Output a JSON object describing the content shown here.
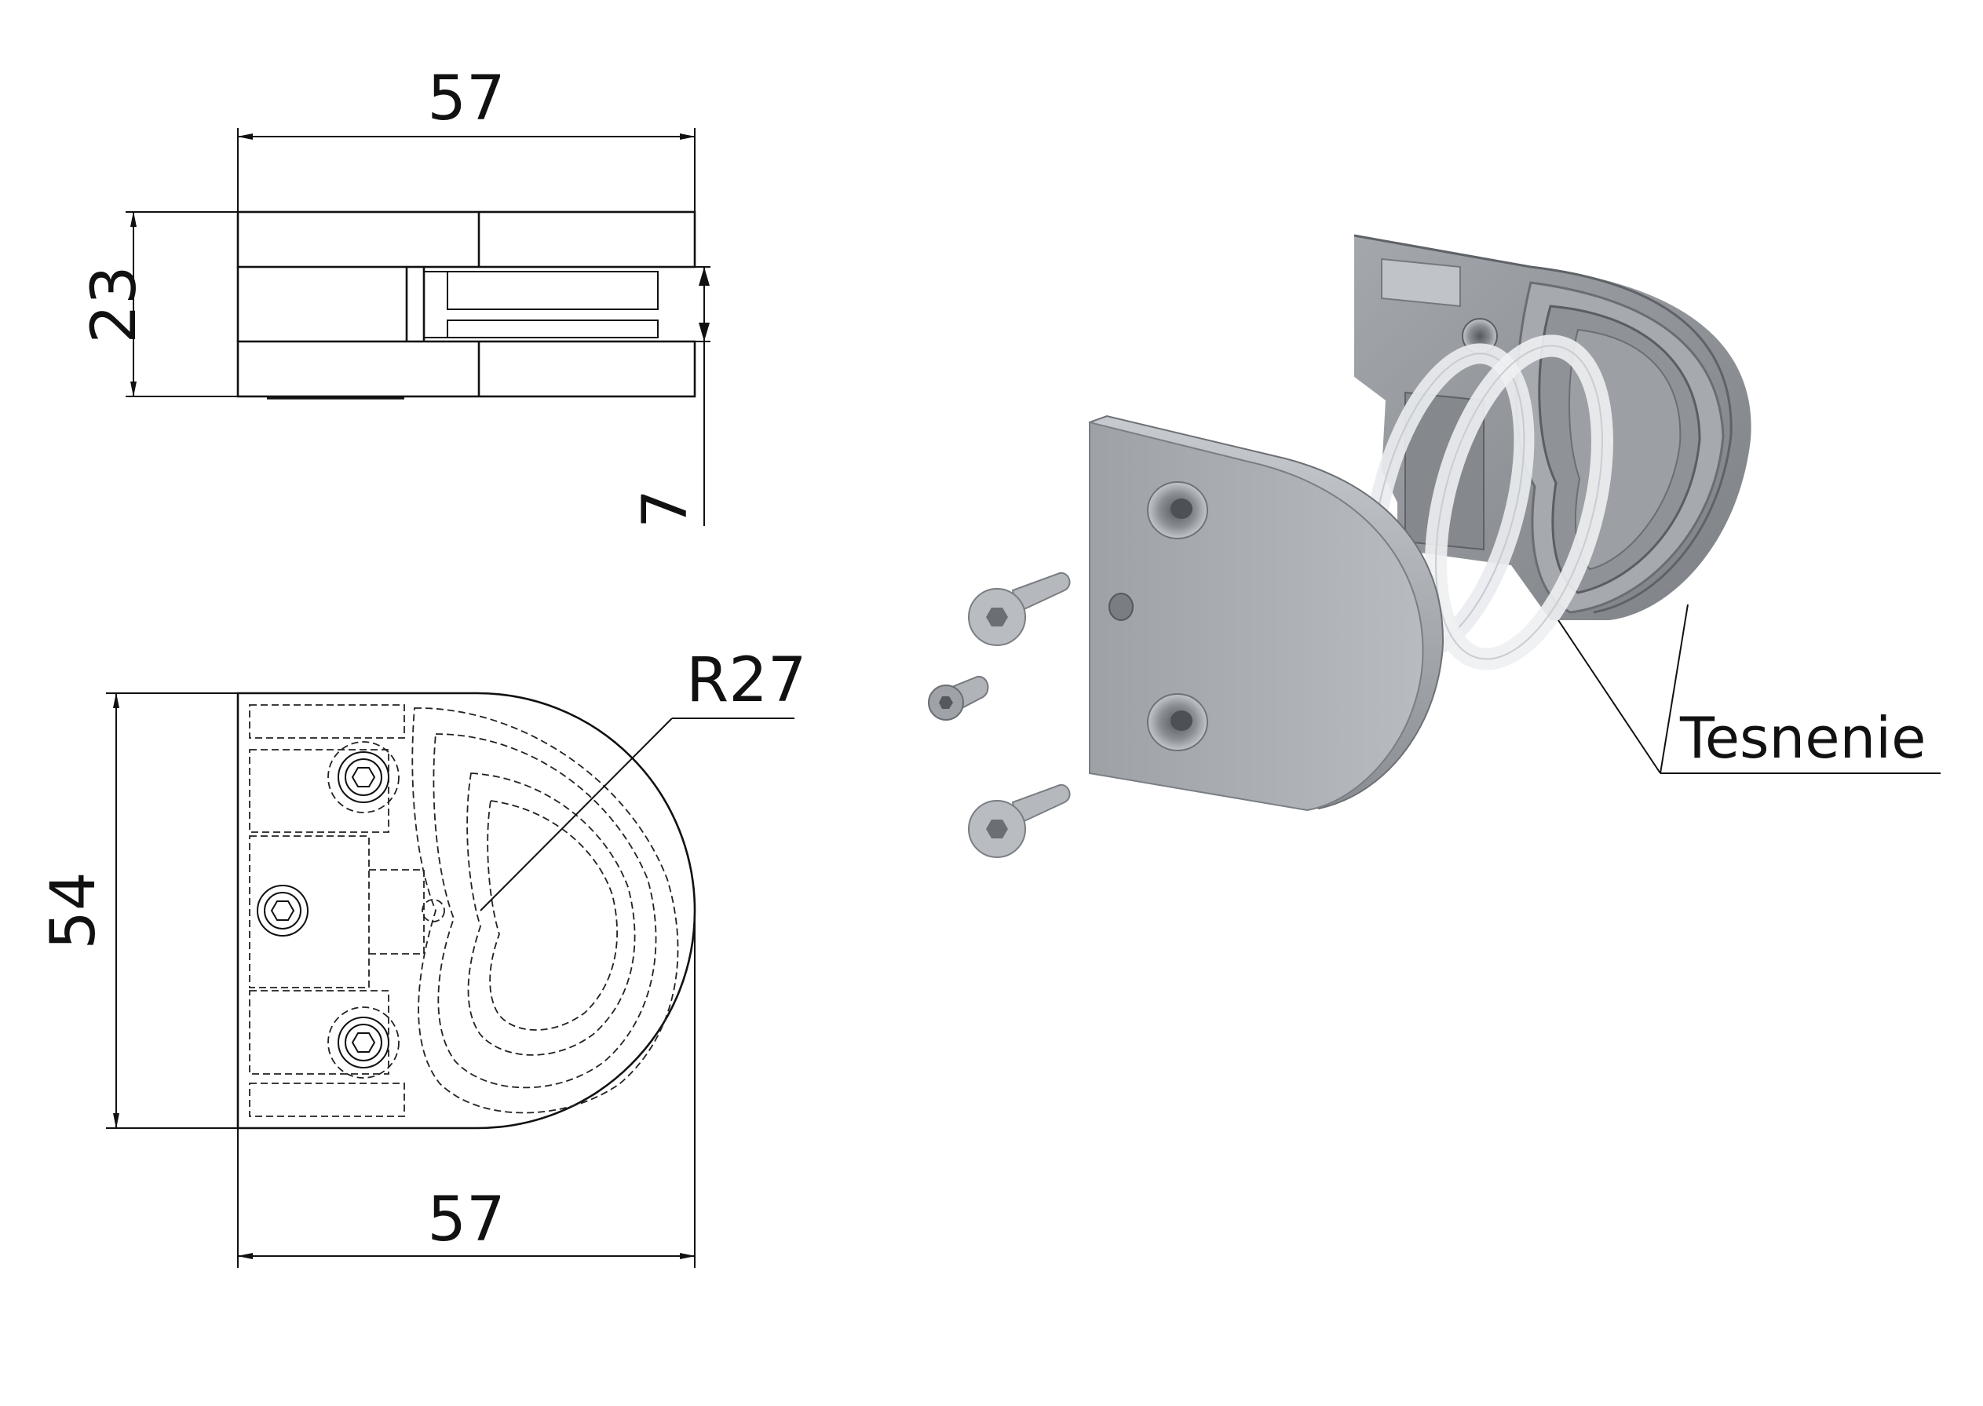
{
  "side_view": {
    "width_label": "57",
    "height_label": "23",
    "gap_label": "7"
  },
  "front_view": {
    "height_label": "54",
    "width_label": "57",
    "radius_label": "R27"
  },
  "exploded_view": {
    "seal_label": "Tesnenie"
  },
  "colors": {
    "line": "#111111",
    "metal_light": "#b4b8bd",
    "metal_mid": "#9a9ea3",
    "metal_dark": "#6f7378",
    "seal": "#f2f4f6"
  }
}
